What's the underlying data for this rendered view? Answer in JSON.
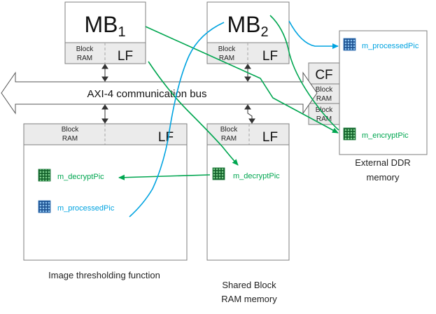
{
  "processors": {
    "mb1": {
      "name": "MB",
      "sub": "1",
      "bram": [
        "Block",
        "RAM"
      ],
      "lf": "LF"
    },
    "mb2": {
      "name": "MB",
      "sub": "2",
      "bram": [
        "Block",
        "RAM"
      ],
      "lf": "LF"
    }
  },
  "bus": {
    "label": "AXI-4 communication bus"
  },
  "cf": {
    "label": "CF",
    "bram1": [
      "Block",
      "RAM"
    ],
    "bram2": [
      "Block",
      "RAM"
    ]
  },
  "thresholding": {
    "bram": [
      "Block",
      "RAM"
    ],
    "lf": "LF",
    "pics": [
      "m_decryptPic",
      "m_processedPic"
    ],
    "caption": "Image thresholding function"
  },
  "shared": {
    "bram": [
      "Block",
      "RAM"
    ],
    "lf": "LF",
    "pic": "m_decryptPic",
    "caption": [
      "Shared Block",
      "RAM memory"
    ]
  },
  "ddr": {
    "pics": [
      "m_processedPic",
      "m_encryptPic"
    ],
    "caption": [
      "External DDR",
      "memory"
    ]
  },
  "colors": {
    "green": "#00a650",
    "blue": "#00a3e0",
    "grid_green": "#1e7c3c",
    "grid_blue": "#2a6fb5",
    "box_stroke": "#7f7f7f",
    "header_fill": "#ebebeb"
  }
}
